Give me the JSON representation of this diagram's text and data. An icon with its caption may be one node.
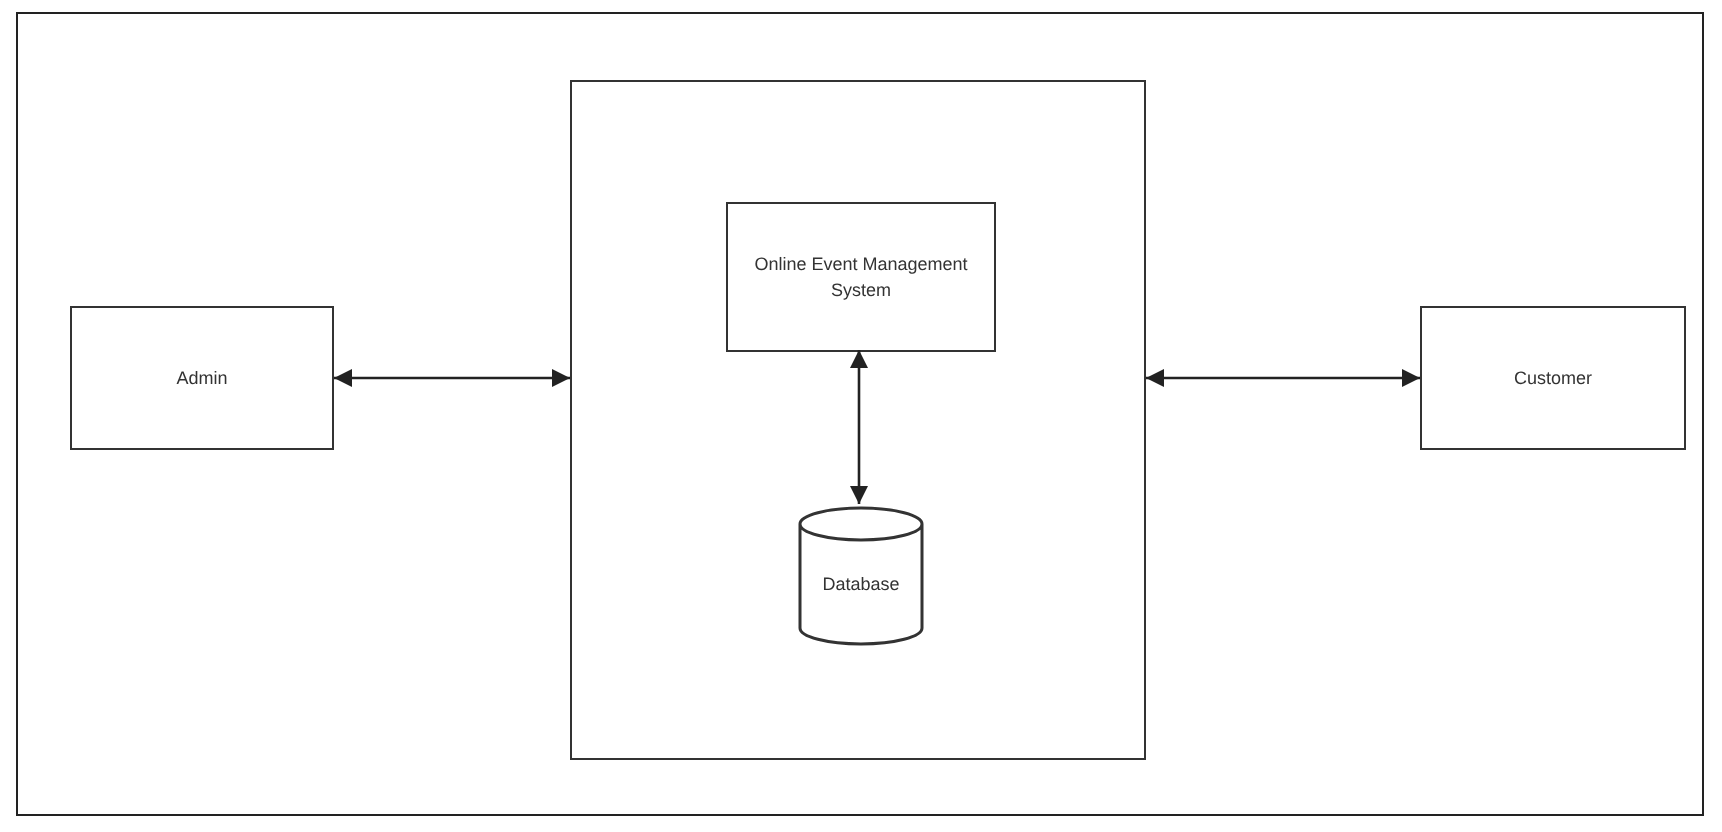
{
  "diagram": {
    "nodes": [
      {
        "text": [
          "Admin"
        ]
      },
      {
        "text": [],
        "shape": "box"
      },
      {
        "text": [
          "Online Event Management System"
        ],
        "in": 1
      },
      {
        "text": [
          "Database"
        ],
        "in": 1
      },
      {
        "text": [
          "Customer"
        ]
      }
    ],
    "edges": [
      {
        "from": 0,
        "to": 1,
        "arrow": "both"
      },
      {
        "from": 2,
        "to": 3,
        "arrow": "both"
      },
      {
        "from": 1,
        "to": 4,
        "arrow": "both"
      }
    ]
  }
}
